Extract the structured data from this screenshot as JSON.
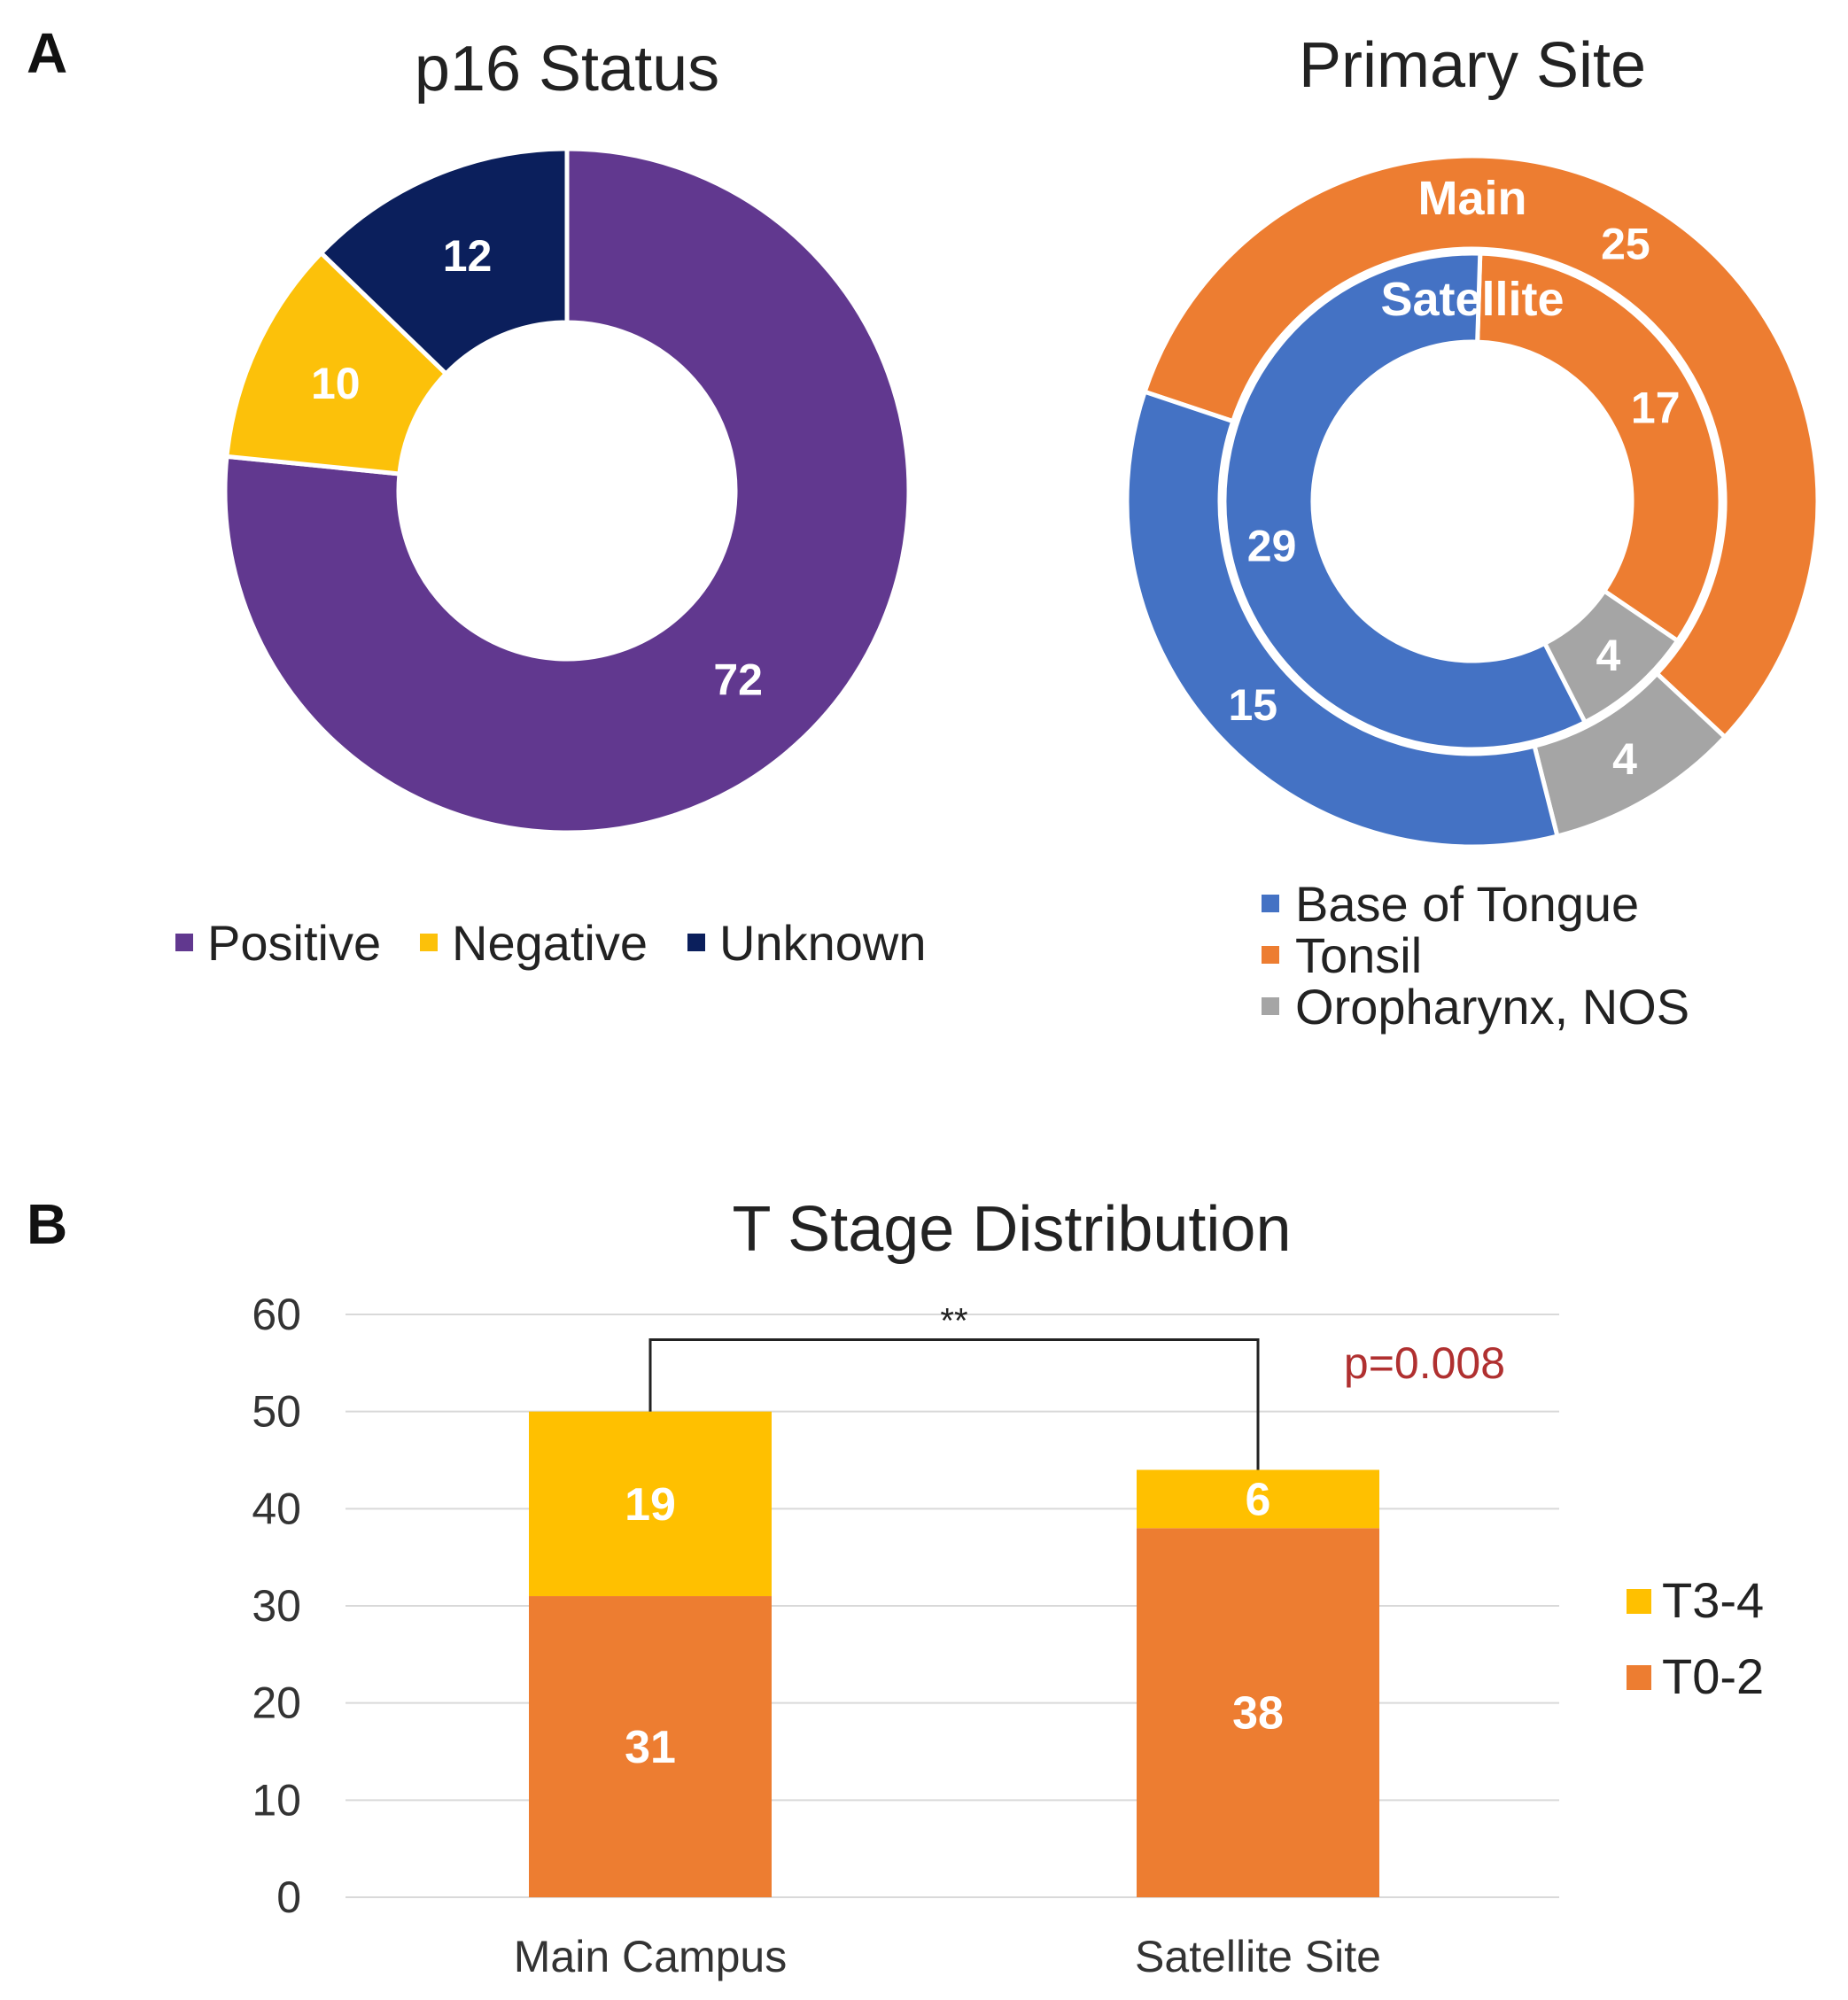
{
  "panels": {
    "a": "A",
    "b": "B"
  },
  "colors": {
    "positive": "#61388f",
    "negative": "#fcc10a",
    "unknown": "#0b1f5c",
    "base_of_tongue": "#4472c4",
    "tonsil": "#ed7d31",
    "oropharynx_nos": "#a5a5a5",
    "t34": "#ffc000",
    "t02": "#ed7d31",
    "grid": "#d9d9d9",
    "pvalue": "#b03030"
  },
  "chart_data": [
    {
      "type": "pie",
      "title": "p16 Status",
      "categories": [
        "Positive",
        "Negative",
        "Unknown"
      ],
      "values": [
        72,
        10,
        12
      ],
      "legend": "bottom"
    },
    {
      "type": "pie",
      "title": "Primary Site",
      "categories": [
        "Base of Tongue",
        "Tonsil",
        "Oropharynx, NOS"
      ],
      "ring_labels": {
        "outer": "Main",
        "inner": "Satellite"
      },
      "series": [
        {
          "name": "Main",
          "values": [
            15,
            25,
            4
          ]
        },
        {
          "name": "Satellite",
          "values": [
            29,
            17,
            4
          ]
        }
      ],
      "legend": "bottom"
    },
    {
      "type": "bar",
      "stacked": true,
      "title": "T Stage Distribution",
      "categories": [
        "Main Campus",
        "Satellite Site"
      ],
      "series": [
        {
          "name": "T0-2",
          "values": [
            31,
            38
          ]
        },
        {
          "name": "T3-4",
          "values": [
            19,
            6
          ]
        }
      ],
      "ylim": [
        0,
        60
      ],
      "yticks": [
        0,
        10,
        20,
        30,
        40,
        50,
        60
      ],
      "grid": true,
      "legend": "right",
      "annotation": {
        "significance": "**",
        "pvalue": "p=0.008"
      }
    }
  ]
}
